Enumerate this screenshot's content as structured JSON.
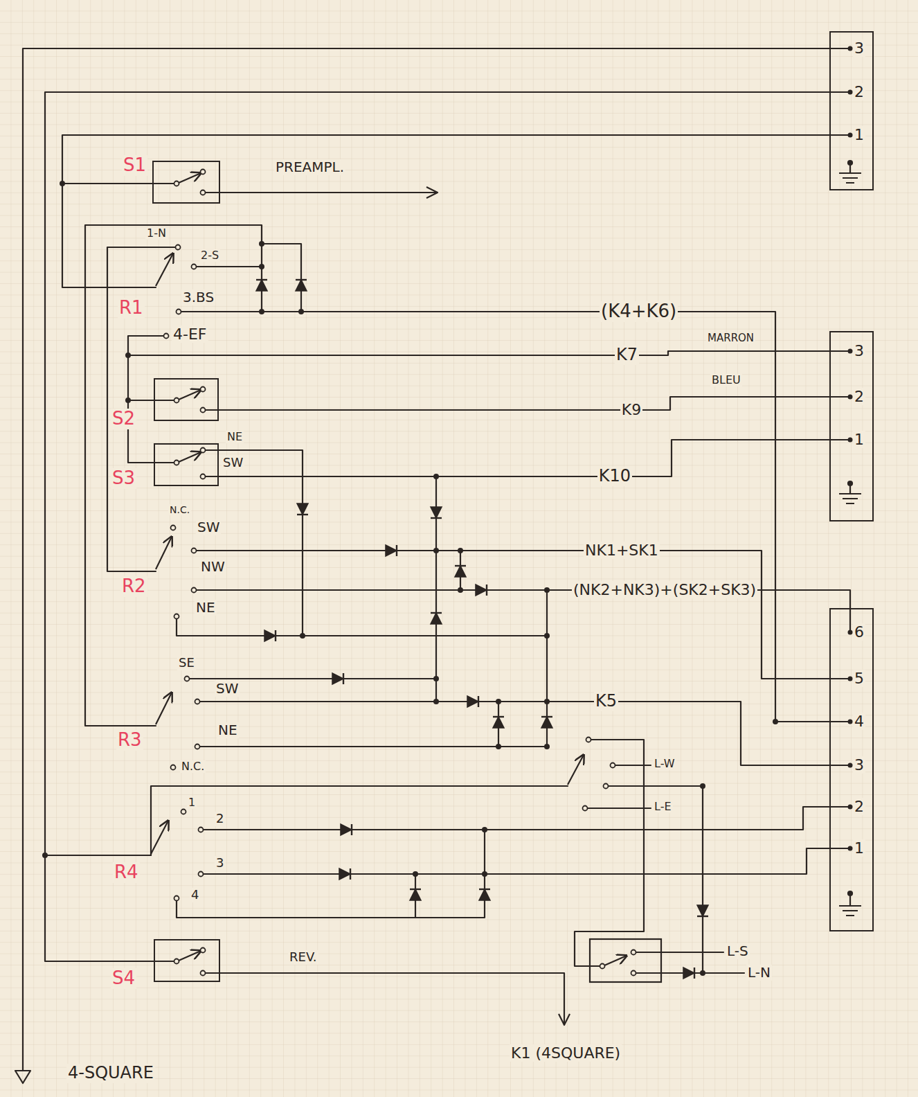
{
  "diagram": {
    "nodes": [
      {
        "text": [
          "3",
          "2",
          "1"
        ]
      },
      {
        "text": [
          "S1"
        ]
      },
      {
        "text": [
          "3",
          "2",
          "1"
        ]
      },
      {
        "text": [
          "S2"
        ]
      },
      {
        "text": [
          "S3"
        ]
      },
      {
        "text": [
          "6",
          "5",
          "4",
          "3",
          "2",
          "1"
        ]
      },
      {
        "text": [
          "S4"
        ]
      }
    ],
    "edges": [
      {
        "from": 1,
        "to": 0,
        "arrow": "none"
      },
      {
        "from": 3,
        "to": 2,
        "label": "K9",
        "arrow": "none"
      },
      {
        "from": 4,
        "to": 2,
        "label": "K10",
        "arrow": "none"
      },
      {
        "from": 6,
        "to": 0,
        "arrow": "none"
      }
    ],
    "labels": [
      "PREAMPL.",
      "1-N",
      "2-S",
      "3.BS",
      "R1",
      "(K4+K6)",
      "4-EF",
      "K7",
      "MARRON",
      "BLEU",
      "NE",
      "SW",
      "N.C.",
      "SW",
      "NW",
      "NE",
      "R2",
      "NK1+SK1",
      "(NK2+NK3)+(SK2+SK3)",
      "SE",
      "SW",
      "NE",
      "N.C.",
      "R3",
      "K5",
      "L-W",
      "L-E",
      "1",
      "2",
      "3",
      "4",
      "R4",
      "L-S",
      "L-N",
      "REV.",
      "K1 (4SQUARE)",
      "4-SQUARE"
    ]
  }
}
